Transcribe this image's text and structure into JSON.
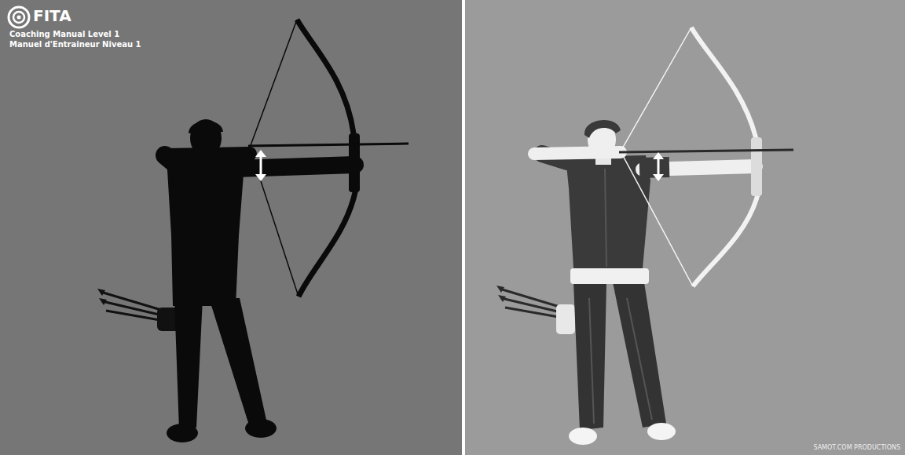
{
  "diagram": {
    "labels": [
      "FITA",
      "Coaching Manual Level 1",
      "Manuel d'Entraineur Niveau 1",
      "SAMOT.COM PRODUCTIONS"
    ]
  }
}
